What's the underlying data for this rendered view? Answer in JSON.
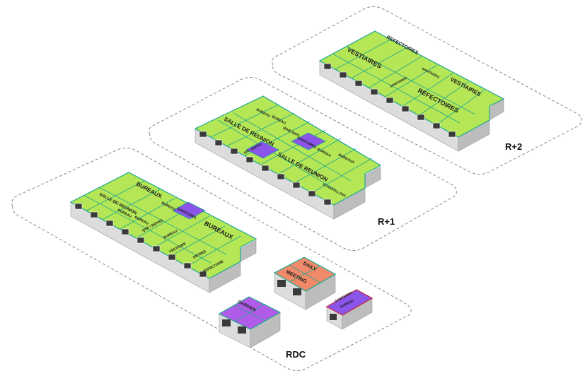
{
  "colors": {
    "roof_green": "#b5e655",
    "roof_purple": "#8a55e8",
    "roof_violet": "#b05ce8",
    "roof_salmon": "#f08a6a",
    "roof_edge": "#1aa890",
    "wall": "#dcdcdc",
    "wall_dark": "#b0b0b0",
    "window": "#3a3a3a",
    "plate_stroke": "#888888"
  },
  "levels": [
    {
      "name": "RDC",
      "rooms": [
        "SALLE DE REUNION",
        "BUREAUX",
        "BUREAU",
        "BUREAU",
        "BUREAU",
        "SANITAIRES",
        "QSE / REPRO",
        "BUREAU",
        "BUREAUX",
        "VESTIAIRE",
        "ENTREE",
        "REFECTOIRE"
      ],
      "satellites": [
        {
          "name": "gardien",
          "label": "GARDIEN"
        },
        {
          "name": "daily-meeting",
          "label_line1": "DAILY",
          "label_line2": "MEETING"
        },
        {
          "name": "sanitaires-parking",
          "label_line1": "SANITAIRES",
          "label_line2": "PARKING"
        }
      ]
    },
    {
      "name": "R+1",
      "rooms": [
        "BUREAU",
        "SALLE DE REUNION",
        "BUREAU",
        "BAIE INFO",
        "EPI / REPRO",
        "SANITAIRES",
        "SALLE DE REUNION",
        "BUREAU",
        "BUREAUX",
        "ECHANTILLONS"
      ]
    },
    {
      "name": "R+2",
      "rooms": [
        "REFECTOIRES",
        "VESTIAIRES",
        "SANITAIRES",
        "SANITAIRES",
        "VESTIAIRES",
        "REFECTOIRES"
      ]
    }
  ]
}
